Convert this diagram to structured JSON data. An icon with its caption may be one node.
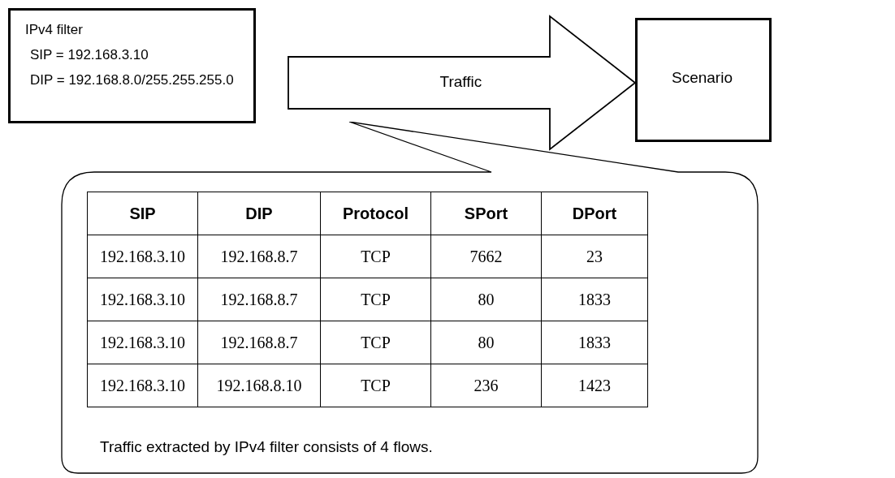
{
  "diagram": {
    "nodes": [
      {
        "text": [
          "IPv4 filter",
          "SIP = 192.168.3.10",
          "DIP = 192.168.8.0/255.255.255.0"
        ]
      },
      {
        "text": [
          "Scenario"
        ]
      },
      {
        "text": [
          "Traffic extracted by IPv4 filter consists of 4 flows."
        ]
      }
    ],
    "edges": [
      {
        "from": 0,
        "to": 1,
        "arrow": "to",
        "label": "Traffic",
        "style": "thick"
      }
    ],
    "labels": [
      "SIP",
      "DIP",
      "Protocol",
      "SPort",
      "DPort",
      "192.168.3.10",
      "192.168.8.7",
      "TCP",
      "7662",
      "23",
      "192.168.3.10",
      "192.168.8.7",
      "TCP",
      "80",
      "1833",
      "192.168.3.10",
      "192.168.8.7",
      "TCP",
      "80",
      "1833",
      "192.168.3.10",
      "192.168.8.10",
      "TCP",
      "236",
      "1423"
    ]
  }
}
